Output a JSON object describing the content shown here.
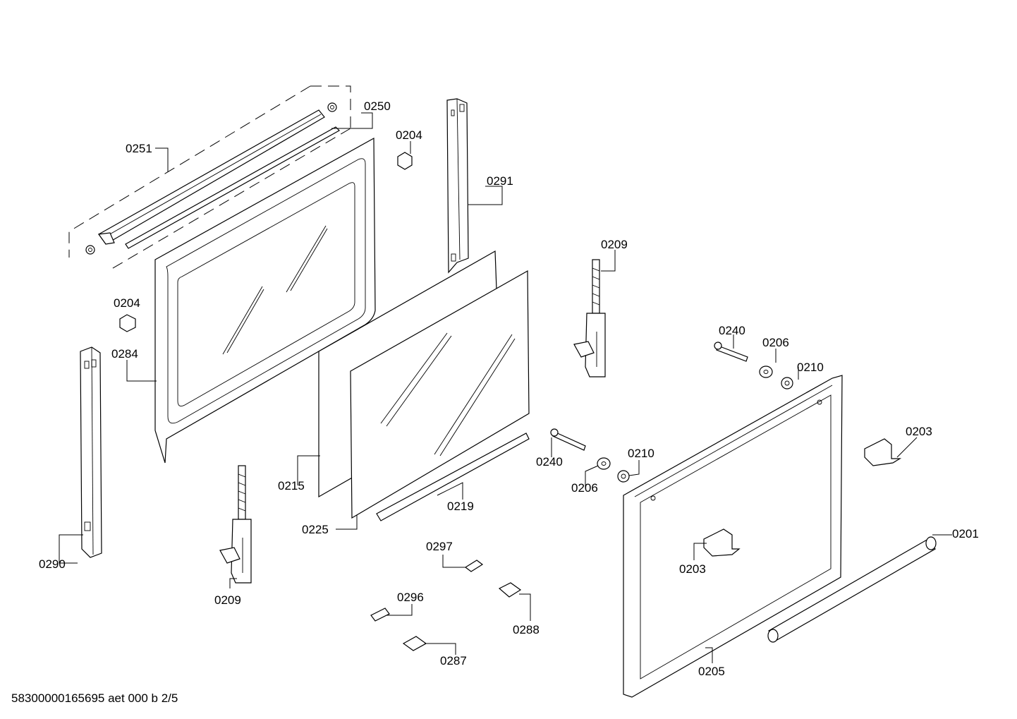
{
  "footer": "58300000165695 aet 000 b 2/5",
  "labels": {
    "p0250": "0250",
    "p0251": "0251",
    "p0204a": "0204",
    "p0204b": "0204",
    "p0291": "0291",
    "p0284": "0284",
    "p0290": "0290",
    "p0209a": "0209",
    "p0209b": "0209",
    "p0215": "0215",
    "p0225": "0225",
    "p0219": "0219",
    "p0240a": "0240",
    "p0240b": "0240",
    "p0206a": "0206",
    "p0206b": "0206",
    "p0210a": "0210",
    "p0210b": "0210",
    "p0203a": "0203",
    "p0203b": "0203",
    "p0201": "0201",
    "p0205": "0205",
    "p0297": "0297",
    "p0296": "0296",
    "p0288": "0288",
    "p0287": "0287"
  }
}
